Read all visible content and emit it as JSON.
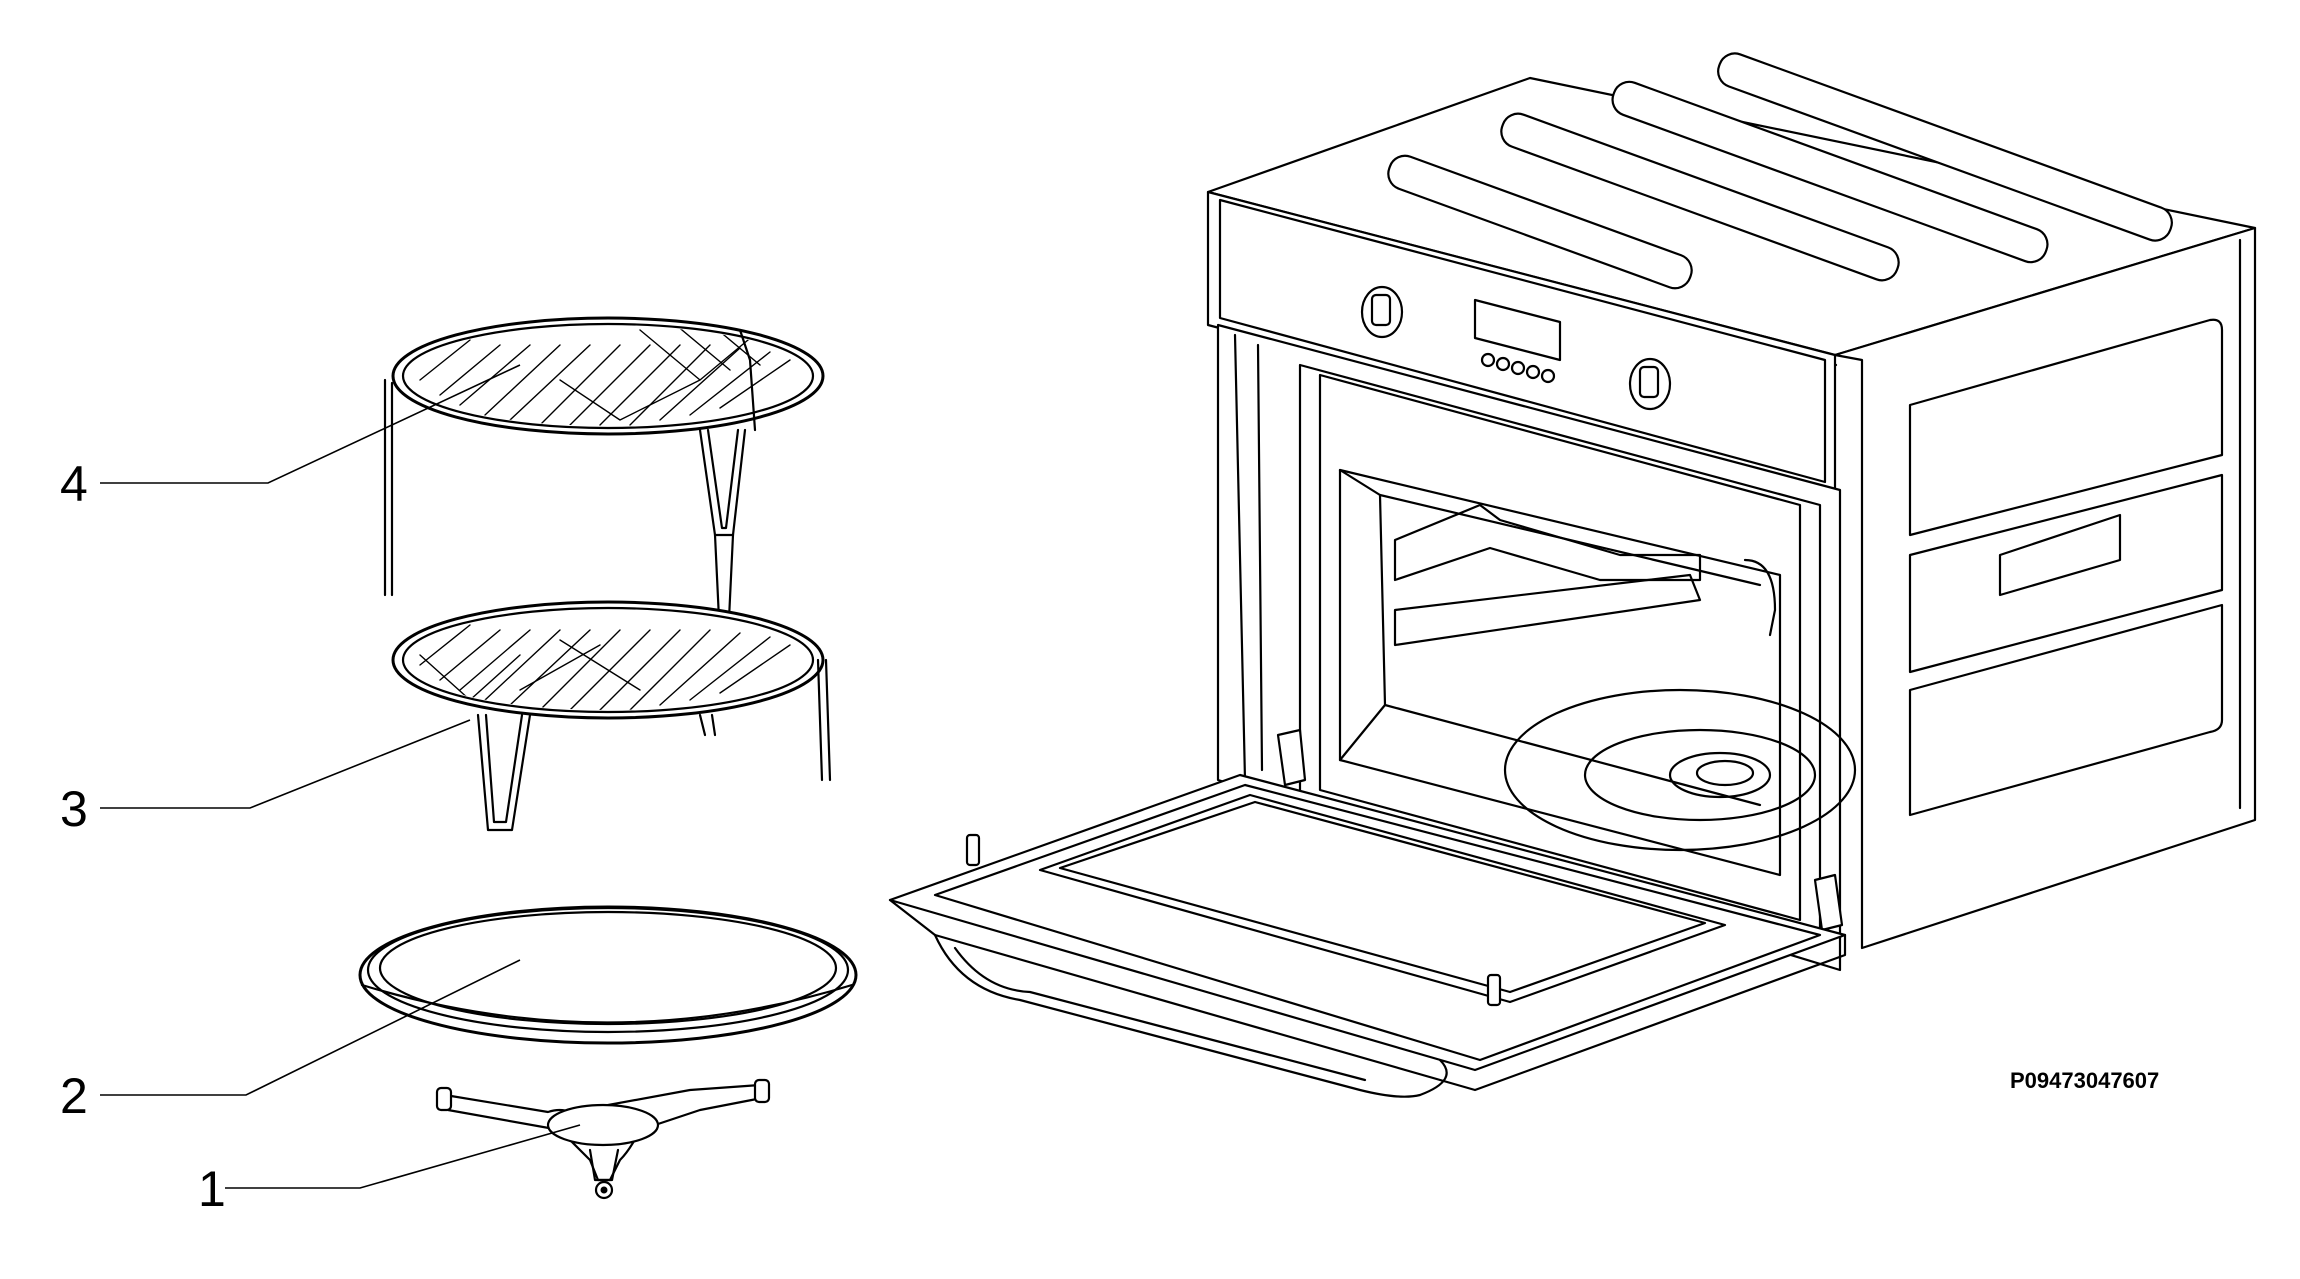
{
  "figure": {
    "part_code": "P09473047607",
    "callouts": [
      {
        "number": "1",
        "part": "turntable-support"
      },
      {
        "number": "2",
        "part": "glass-turntable"
      },
      {
        "number": "3",
        "part": "low-wire-rack"
      },
      {
        "number": "4",
        "part": "high-wire-rack"
      }
    ]
  }
}
